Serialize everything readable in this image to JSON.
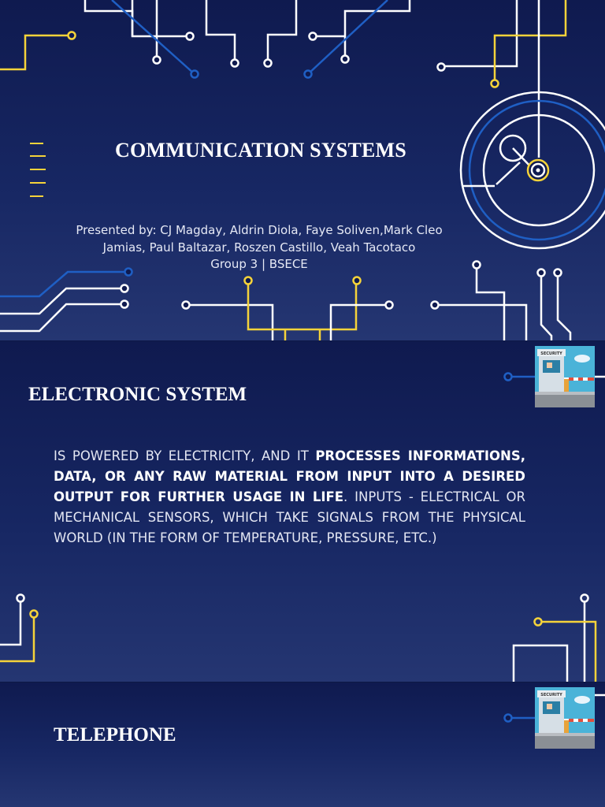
{
  "slides": [
    {
      "title": "COMMUNICATION SYSTEMS",
      "presenters_lines": [
        "Presented by: CJ Magday, Aldrin Diola, Faye Soliven,Mark Cleo",
        "Jamias, Paul Baltazar, Roszen Castillo, Veah Tacotaco",
        "Group 3 | BSECE"
      ]
    },
    {
      "title": "ELECTRONIC SYSTEM",
      "body_1": " IS POWERED BY ELECTRICITY, AND IT ",
      "body_bold": "PROCESSES INFORMATIONS, DATA, OR ANY RAW MATERIAL FROM INPUT INTO A DESIRED OUTPUT FOR FURTHER USAGE IN LIFE",
      "body_2": ". INPUTS - ELECTRICAL OR MECHANICAL SENSORS, WHICH TAKE SIGNALS FROM THE PHYSICAL WORLD (IN THE FORM OF TEMPERATURE, PRESSURE, ETC.)",
      "thumbnail_label": "SECURITY"
    },
    {
      "title": "TELEPHONE",
      "thumbnail_label": "SECURITY"
    }
  ],
  "colors": {
    "background_top": "#0f1a4f",
    "background_bottom": "#253672",
    "circuit_white": "#ffffff",
    "circuit_yellow": "#f5d33a",
    "circuit_blue": "#1f5fc4"
  }
}
